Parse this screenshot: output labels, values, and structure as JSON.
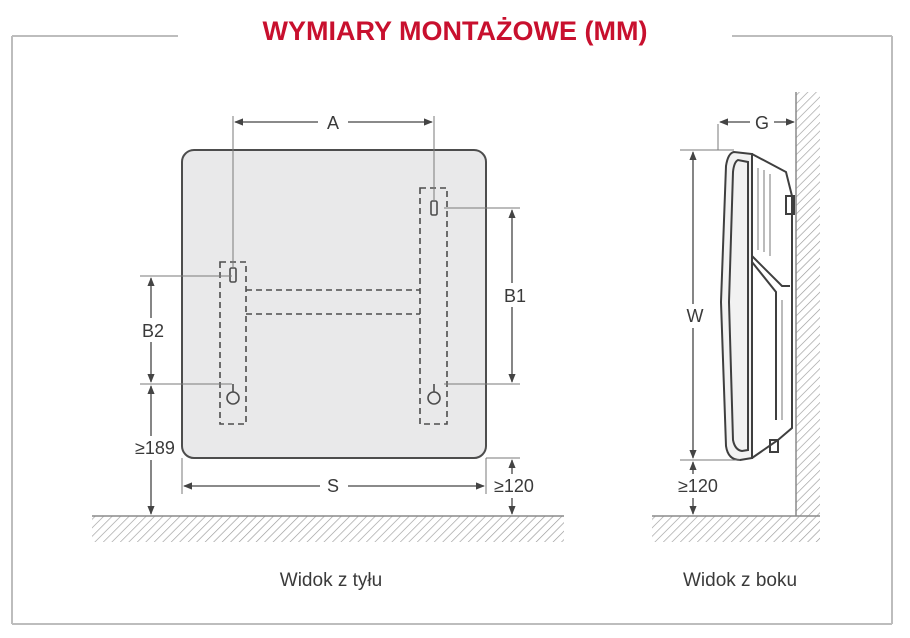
{
  "title": "WYMIARY MONTAŻOWE (MM)",
  "rear_view": {
    "caption": "Widok z tyłu",
    "labels": {
      "a": "A",
      "b1": "B1",
      "b2": "B2",
      "s": "S",
      "bottom_left": "≥189",
      "bottom_right": "≥120"
    }
  },
  "side_view": {
    "caption": "Widok z boku",
    "labels": {
      "g": "G",
      "w": "W",
      "bottom": "≥120"
    }
  },
  "colors": {
    "title": "#c8102e",
    "frame": "#bdbdbd",
    "panel_fill": "#e9e9ea",
    "panel_stroke": "#4d4d4d",
    "lines": "#555555"
  }
}
